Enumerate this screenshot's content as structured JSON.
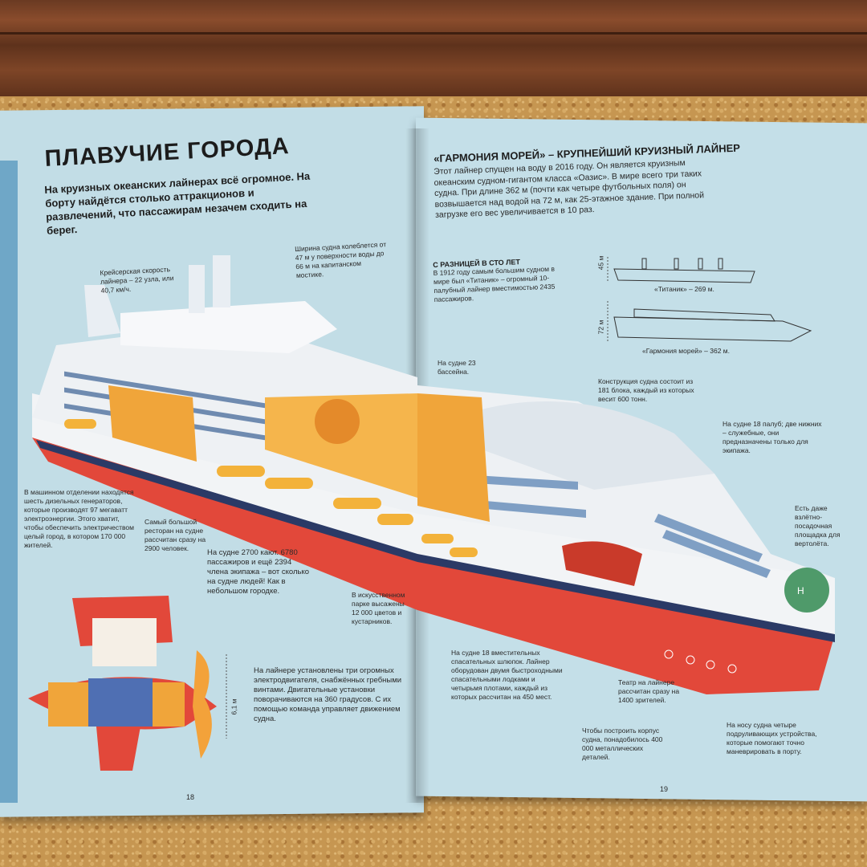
{
  "left_page": {
    "title": "ПЛАВУЧИЕ ГОРОДА",
    "intro": "На круизных океанских лайнерах всё огромное. На борту найдётся столько аттракционов и развлечений, что пассажирам незачем сходить на берег.",
    "notes": {
      "speed": "Крейсерская скорость лайнера – 22 узла, или 40,7 км/ч.",
      "width": "Ширина судна колеблется от 47 м у поверхности воды до 66 м на капитанском мостике.",
      "engine": "В машинном отделении находятся шесть дизельных генераторов, которые производят 97 мегаватт электроэнергии. Этого хватит, чтобы обеспечить электричеством целый город, в котором 170 000 жителей.",
      "restaurant": "Самый большой ресторан на судне рассчитан сразу на 2900 человек.",
      "cabins": "На судне 2700 кают. 6780 пассажиров и ещё 2394 члена экипажа – вот сколько на судне людей! Как в небольшом городке.",
      "park": "В искусственном парке высажены 12 000 цветов и кустарников.",
      "motors": "На лайнере установлены три огромных электродвигателя, снабжённых гребными винтами. Двигательные установки поворачиваются на 360 градусов. С их помощью команда управляет движением судна.",
      "pod_size": "6,1 м"
    },
    "page_number": "18"
  },
  "right_page": {
    "title": "«ГАРМОНИЯ МОРЕЙ» – КРУПНЕЙШИЙ КРУИЗНЫЙ ЛАЙНЕР",
    "intro": "Этот лайнер спущен на воду в 2016 году. Он является круизным океанским судном-гигантом класса «Оазис». В мире всего три таких судна. При длине 362 м (почти как четыре футбольных поля) он возвышается над водой на 72 м, как 25-этажное здание. При полной загрузке его вес увеличивается в 10 раз.",
    "century": {
      "heading": "С РАЗНИЦЕЙ В СТО ЛЕТ",
      "text": "В 1912 году самым большим судном в мире был «Титаник» – огромный 10-палубный лайнер вместимостью 2435 пассажиров."
    },
    "comparison": {
      "titanic_height": "45 м",
      "titanic_label": "«Титаник» – 269 м.",
      "harmony_height": "72 м",
      "harmony_label": "«Гармония морей» – 362 м."
    },
    "notes": {
      "pools": "На судне 23 бассейна.",
      "blocks": "Конструкция судна состоит из 181 блока, каждый из которых весит 600 тонн.",
      "decks": "На судне 18 палуб; две нижних – служебные, они предназначены только для экипажа.",
      "helipad": "Есть даже взлётно-посадочная площадка для вертолёта.",
      "lifeboats": "На судне 18 вместительных спасательных шлюпок. Лайнер оборудован двумя быстроходными спасательными лодками и четырьмя плотами, каждый из которых рассчитан на 450 мест.",
      "theatre": "Театр на лайнере рассчитан сразу на 1400 зрителей.",
      "hull": "Чтобы построить корпус судна, понадобилось 400 000 металлических деталей.",
      "thrusters": "На носу судна четыре подруливающих устройства, которые помогают точно маневрировать в порту."
    },
    "page_number": "19"
  },
  "colors": {
    "page": "#c2dde6",
    "hull_red": "#e2483a",
    "hull_navy": "#2b3a66",
    "deck_orange": "#f0a53a",
    "cork": "#c69651",
    "wood": "#6a3a22"
  }
}
